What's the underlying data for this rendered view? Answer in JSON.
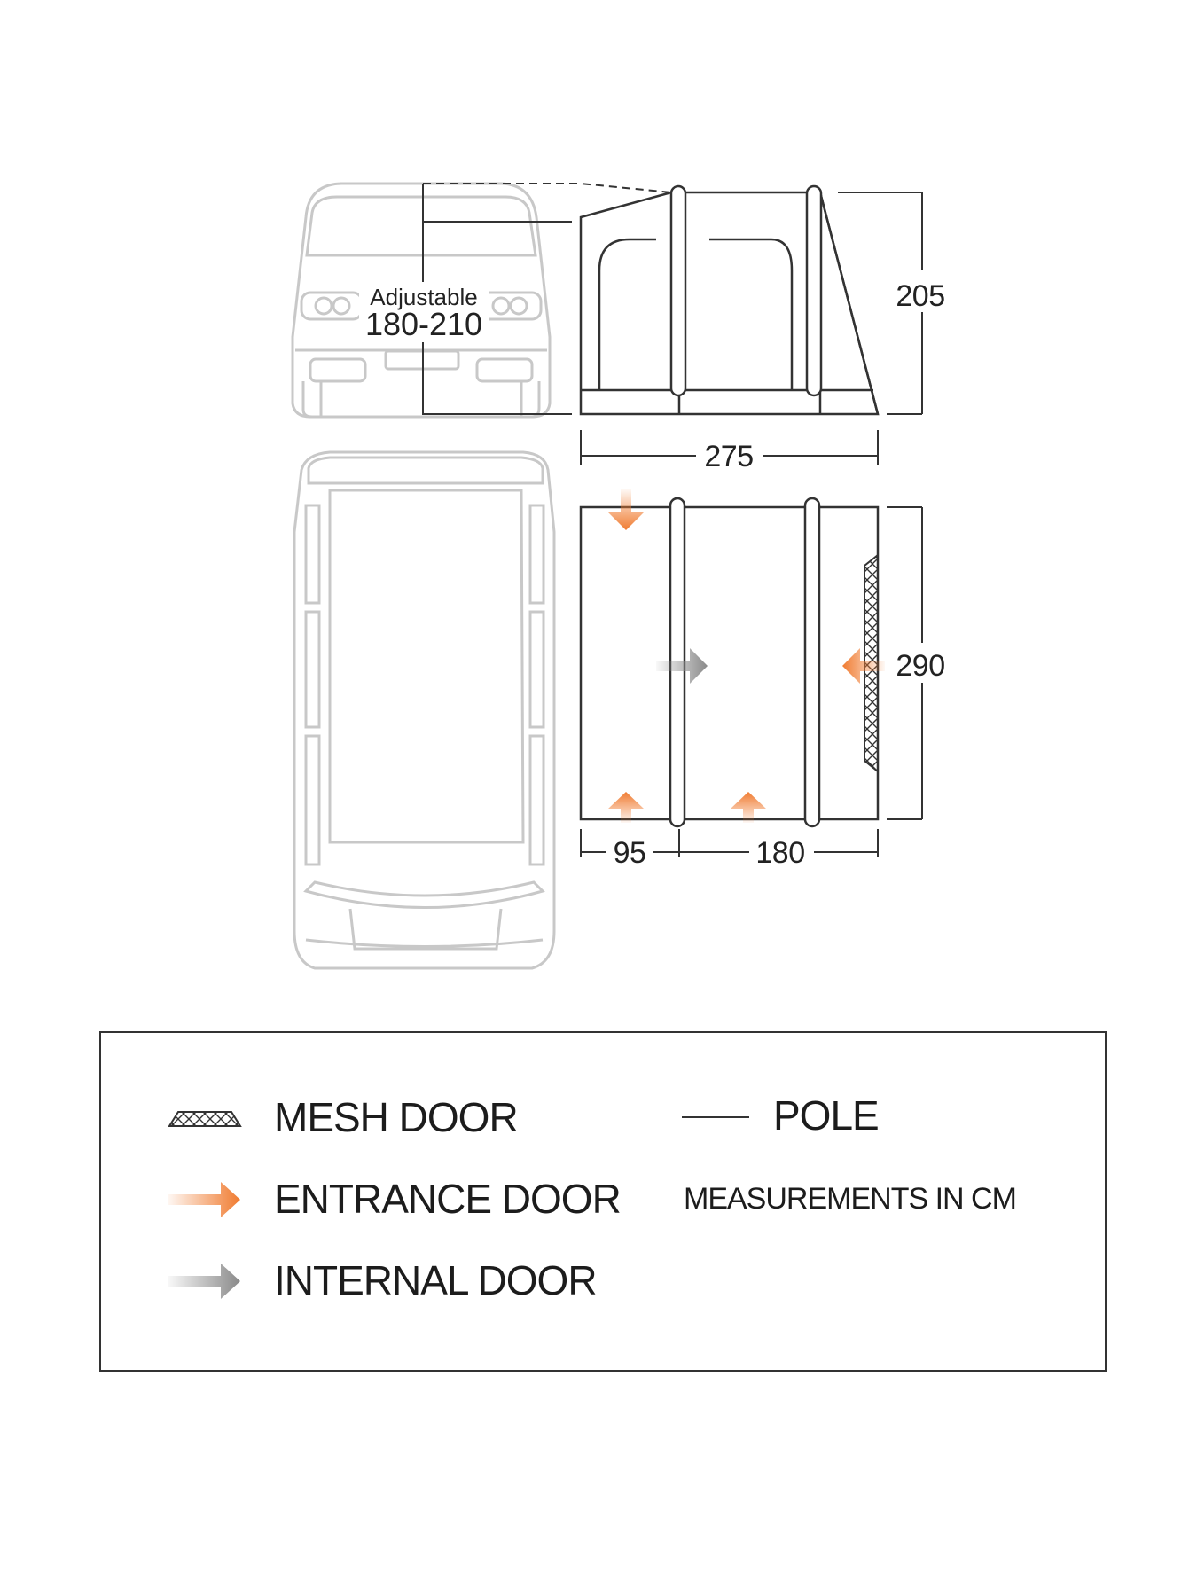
{
  "diagram": {
    "adjustable_label": "Adjustable",
    "adjustable_range": "180-210",
    "height_dim": "205",
    "width_dim": "275",
    "depth_dim": "290",
    "section_left_dim": "95",
    "section_right_dim": "180"
  },
  "legend": {
    "mesh_door": "MESH DOOR",
    "entrance_door": "ENTRANCE DOOR",
    "internal_door": "INTERNAL DOOR",
    "pole": "POLE",
    "units_note": "MEASUREMENTS IN CM"
  },
  "colors": {
    "entrance_arrow": "#f07b30",
    "internal_arrow": "#8a8a8a",
    "vehicle_outline": "#c8c8c8",
    "tent_outline": "#333333"
  }
}
